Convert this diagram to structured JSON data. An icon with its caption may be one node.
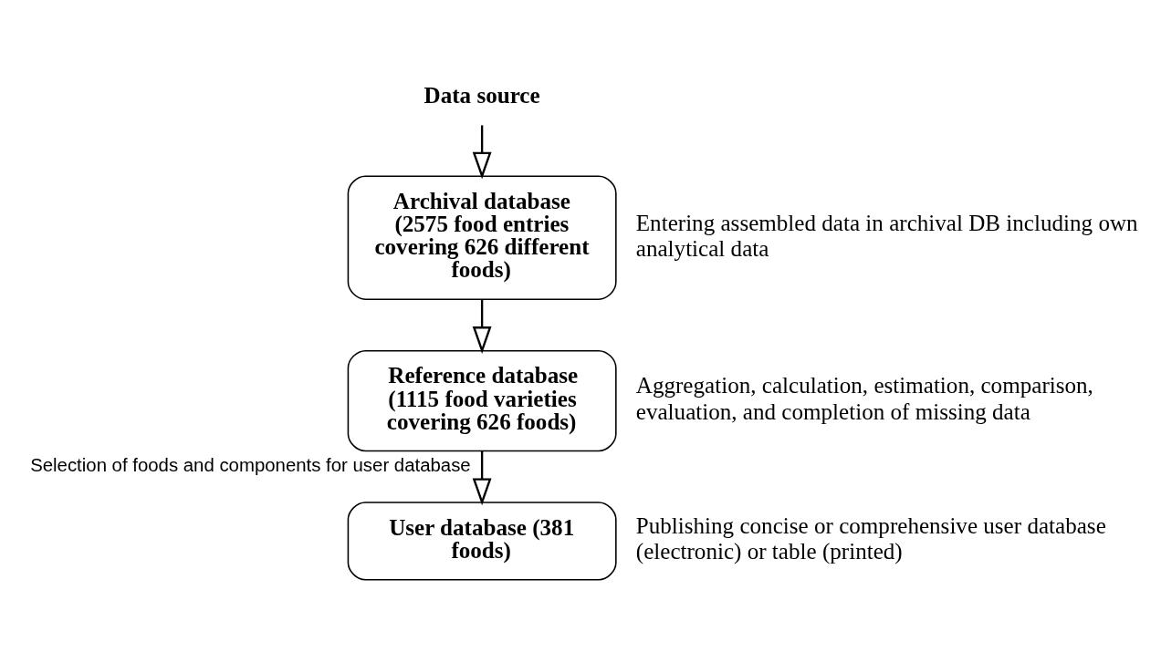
{
  "diagram": {
    "nodes": [
      {
        "text": [
          "Data source"
        ]
      },
      {
        "text": [
          "Archival database (2575 food entries covering 626 different foods)"
        ],
        "beside": [
          "Entering assembled data in archival DB including own analytical data"
        ]
      },
      {
        "text": [
          "Reference database (1115 food varieties covering 626 foods)"
        ],
        "beside": [
          "Aggregation, calculation, estimation, comparison, evaluation, and completion of missing data"
        ]
      },
      {
        "text": [
          "User database (381 foods)"
        ],
        "beside": [
          "Publishing concise or comprehensive user database (electronic) or table (printed)"
        ]
      }
    ],
    "edges": [
      {
        "from": 0,
        "to": 1,
        "arrow": "to"
      },
      {
        "from": 1,
        "to": 2,
        "arrow": "to"
      },
      {
        "from": 2,
        "to": 3,
        "arrow": "to",
        "label": "Selection of foods and components for user database"
      }
    ]
  }
}
